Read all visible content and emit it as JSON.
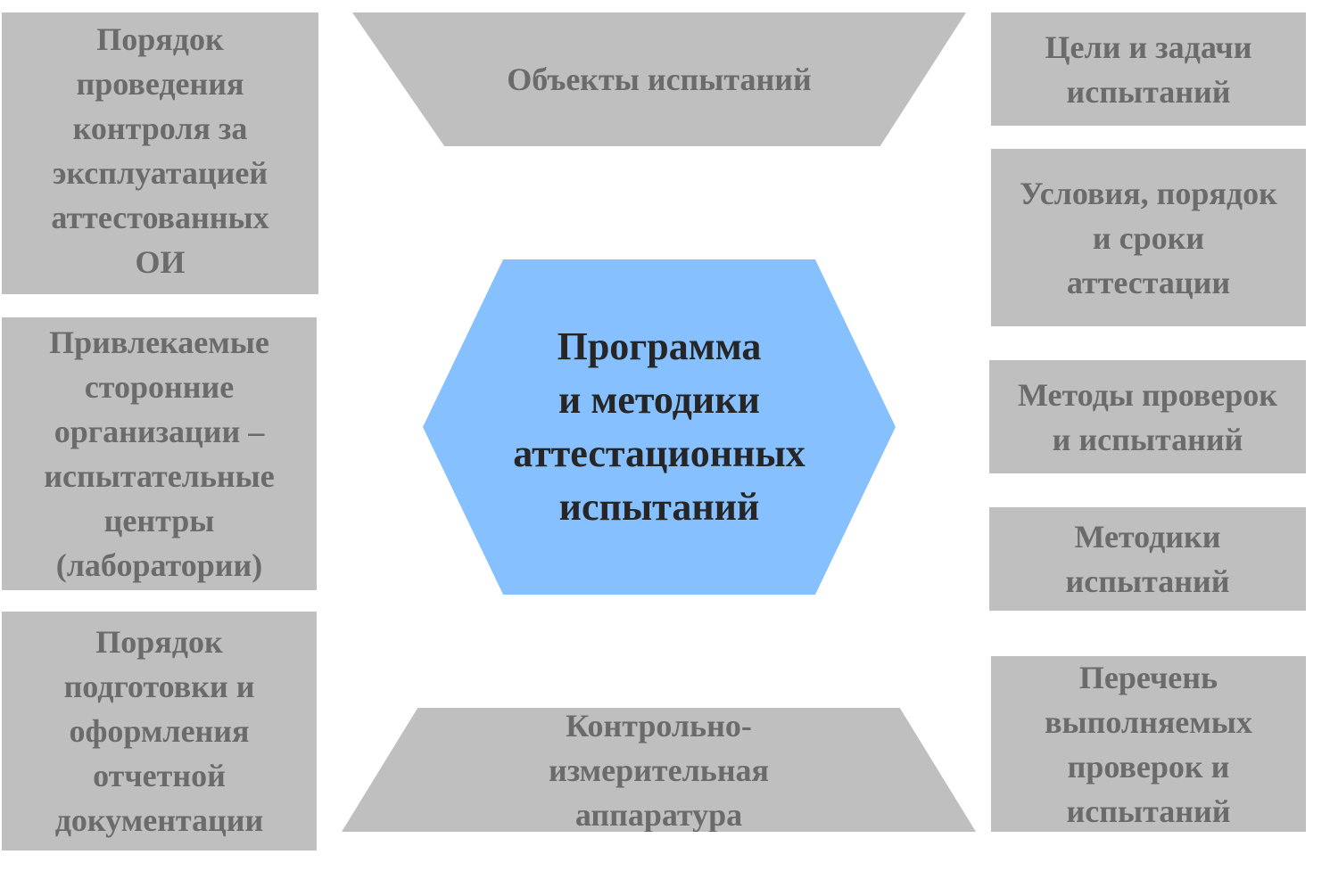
{
  "center": {
    "label": "Программа\nи методики\nаттестационных\nиспытаний"
  },
  "top": {
    "label": "Объекты испытаний"
  },
  "bottom": {
    "label": "Контрольно-\nизмерительная\nаппаратура"
  },
  "left": [
    {
      "label": "Порядок\nпроведения\nконтроля за\nэксплуатацией\nаттестованных\nОИ"
    },
    {
      "label": "Привлекаемые\nсторонние\nорганизации –\nиспытательные\nцентры\n(лаборатории)"
    },
    {
      "label": "Порядок\nподготовки и\nоформления\nотчетной\nдокументации"
    }
  ],
  "right": [
    {
      "label": "Цели и задачи\nиспытаний"
    },
    {
      "label": "Условия, порядок\nи сроки\nаттестации"
    },
    {
      "label": "Методы проверок\nи испытаний"
    },
    {
      "label": "Методики\nиспытаний"
    },
    {
      "label": "Перечень\nвыполняемых\nпроверок и\nиспытаний"
    }
  ],
  "colors": {
    "box": "#bfbfbf",
    "box_text": "#6b6b6b",
    "center_fill": "#87c0fe",
    "center_text": "#262626"
  }
}
